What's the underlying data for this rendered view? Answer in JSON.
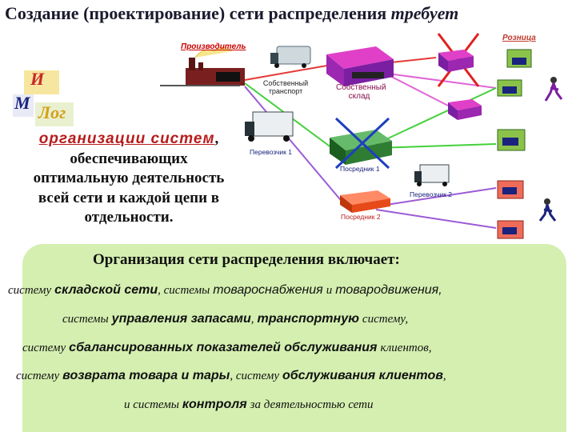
{
  "title": {
    "main": "Создание (проектирование) сети распределения",
    "tail": "требует"
  },
  "labels": {
    "producer": "Производитель",
    "retail": "Розница",
    "own_transport": "Собственный транспорт",
    "own_warehouse": "Собственный склад",
    "carrier1": "Перевозчик 1",
    "carrier2": "Перевозчик 2",
    "intermediary1": "Посредник 1",
    "intermediary2": "Посредник 2"
  },
  "letters": {
    "i": "И",
    "m": "М",
    "log": "Лог"
  },
  "left_text": {
    "head": "организации систем",
    "comma": ",",
    "lines": [
      "обеспечивающих",
      "оптимальную деятельность",
      "всей сети и каждой цепи в",
      "отдельности."
    ]
  },
  "includes_title": "Организация сети распределения включает:",
  "includes": {
    "l1a": "систему",
    "l1b": "складской сети",
    "l1c": ", системы",
    "l1d": "товароснабжения",
    "l1e": "и",
    "l1f": "товародвижения,",
    "l2a": "системы",
    "l2b": "управления запасами",
    "l2c": ",",
    "l2d": "транспортную",
    "l2e": "систему,",
    "l3a": "систему",
    "l3b": "сбалансированных показателей обслуживания",
    "l3c": "клиентов,",
    "l4a": "систему",
    "l4b": "возврата товара и тары",
    "l4c": ", систему",
    "l4d": "обслуживания клиентов",
    "l4e": ",",
    "l5a": "и системы",
    "l5b": "контроля",
    "l5c": "за деятельностью сети"
  },
  "colors": {
    "panel": "#d4efb0",
    "arrow_red": "#e53935",
    "arrow_green": "#43d13b",
    "arrow_pink": "#e066d6",
    "arrow_violet": "#9c5bd6",
    "cross_red": "#e02020",
    "cross_blue": "#1f3fbf"
  }
}
